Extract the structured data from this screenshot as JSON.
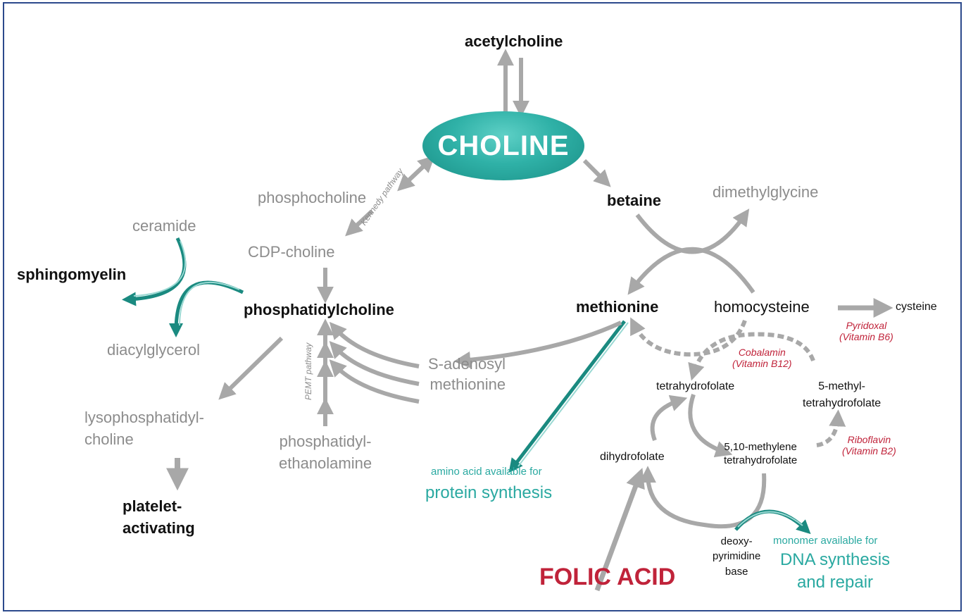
{
  "nodes": {
    "acetylcholine": "acetylcholine",
    "choline": "CHOLINE",
    "phosphocholine": "phosphocholine",
    "cdp_choline": "CDP-choline",
    "kennedy_pathway": "Kennedy pathway",
    "betaine": "betaine",
    "dimethylglycine": "dimethylglycine",
    "ceramide": "ceramide",
    "sphingomyelin": "sphingomyelin",
    "phosphatidylcholine": "phosphatidylcholine",
    "diacylglycerol": "diacylglycerol",
    "methionine": "methionine",
    "homocysteine": "homocysteine",
    "cysteine": "cysteine",
    "pyridoxal_line1": "Pyridoxal",
    "pyridoxal_line2": "(Vitamin B6)",
    "cobalamin_line1": "Cobalamin",
    "cobalamin_line2": "(Vitamin B12)",
    "s_adenosyl_line1": "S-adenosyl",
    "s_adenosyl_line2": "methionine",
    "pemt_pathway": "PEMT pathway",
    "lysopc_line1": "lysophosphatidyl-",
    "lysopc_line2": "choline",
    "tetrahydrofolate": "tetrahydrofolate",
    "methyl_thf_line1": "5-methyl-",
    "methyl_thf_line2": "tetrahydrofolate",
    "dihydrofolate": "dihydrofolate",
    "methylene_thf_line1": "5,10-methylene",
    "methylene_thf_line2": "tetrahydrofolate",
    "riboflavin_line1": "Riboflavin",
    "riboflavin_line2": "(Vitamin B2)",
    "pe_line1": "phosphatidyl-",
    "pe_line2": "ethanolamine",
    "amino_acid_note": "amino acid available for",
    "protein_synthesis": "protein synthesis",
    "paf_line1": "platelet-",
    "paf_line2": "activating",
    "deoxy_line1": "deoxy-",
    "deoxy_line2": "pyrimidine",
    "deoxy_line3": "base",
    "monomer_note": "monomer available for",
    "dna_line1": "DNA synthesis",
    "dna_line2": "and repair",
    "folic_acid": "FOLIC ACID"
  },
  "colors": {
    "grey_arrow": "#a8a8a8",
    "teal": "#2aa9a1",
    "teal_dark": "#1a8a80",
    "red": "#c0233a",
    "frame": "#2c4a8c"
  }
}
